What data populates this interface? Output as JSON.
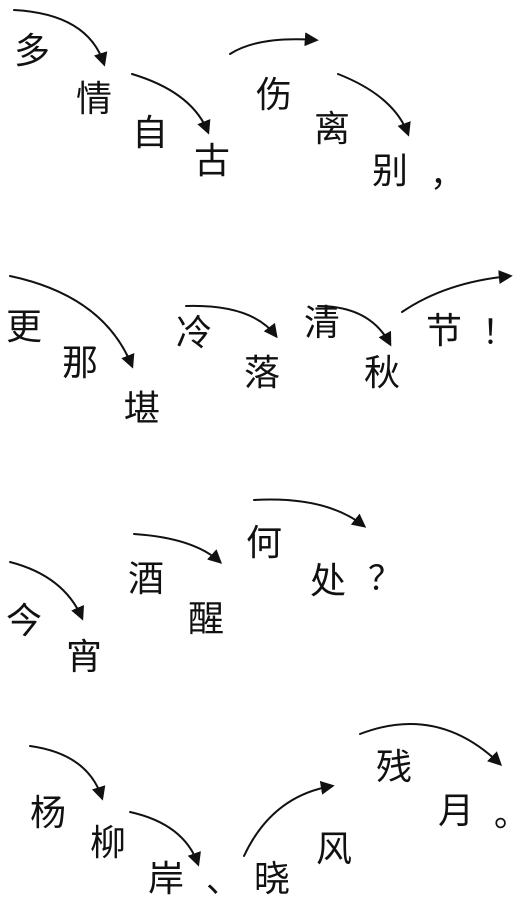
{
  "lines": [
    {
      "chars": [
        "多",
        "情",
        "自",
        "古",
        "伤",
        "离",
        "别"
      ],
      "end_punct": "，"
    },
    {
      "chars": [
        "更",
        "那",
        "堪",
        "冷",
        "落",
        "清",
        "秋",
        "节"
      ],
      "end_punct": "！"
    },
    {
      "chars": [
        "今",
        "宵",
        "酒",
        "醒",
        "何",
        "处"
      ],
      "end_punct": "？"
    },
    {
      "chars": [
        "杨",
        "柳",
        "岸",
        "、",
        "晓",
        "风",
        "残",
        "月"
      ],
      "end_punct": "。"
    }
  ]
}
